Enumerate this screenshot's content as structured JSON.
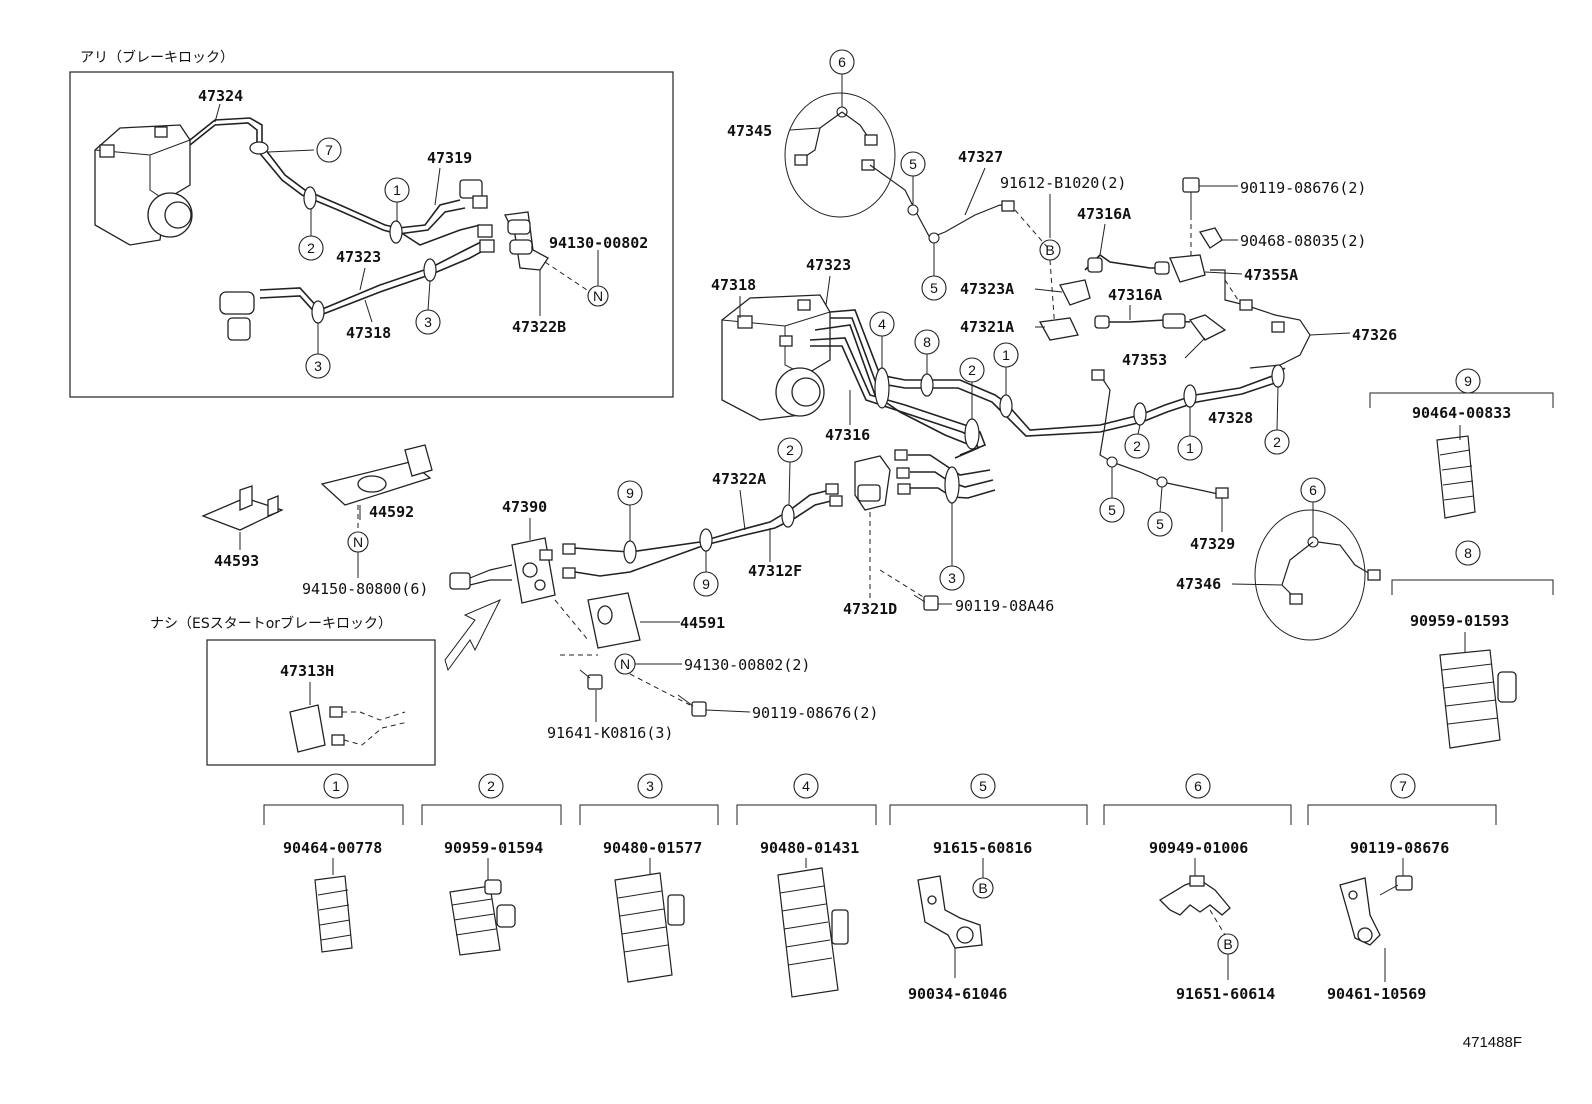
{
  "diagram_id": "471488F",
  "captions": {
    "top_left_box": "アリ（ブレーキロック）",
    "lower_left_box": "ナシ（ESスタートorブレーキロック）"
  },
  "part_numbers": {
    "p47324": "47324",
    "p47319": "47319",
    "p47323_box": "47323",
    "p47318_box": "47318",
    "p94130_box": "94130-00802",
    "p47322B": "47322B",
    "p47345": "47345",
    "p47327": "47327",
    "p91612": "91612-B1020(2)",
    "p90119_top": "90119-08676(2)",
    "p47316A_1": "47316A",
    "p90468": "90468-08035(2)",
    "p47355A": "47355A",
    "p47323A": "47323A",
    "p47316A_2": "47316A",
    "p47321A": "47321A",
    "p47353": "47353",
    "p47326": "47326",
    "p47318": "47318",
    "p47323": "47323",
    "p47316": "47316",
    "p47328": "47328",
    "p47329": "47329",
    "p47346": "47346",
    "p44592": "44592",
    "p44593": "44593",
    "p94150": "94150-80800(6)",
    "p47390": "47390",
    "p47322A": "47322A",
    "p47312F": "47312F",
    "p47321D": "47321D",
    "p90119_08A46": "90119-08A46",
    "p44591": "44591",
    "p94130_2": "94130-00802(2)",
    "p90119_mid": "90119-08676(2)",
    "p91641": "91641-K0816(3)",
    "p47313H": "47313H",
    "g9_part": "90464-00833",
    "g8_part": "90959-01593"
  },
  "legend_groups": [
    {
      "num": "1",
      "parts": [
        "90464-00778"
      ]
    },
    {
      "num": "2",
      "parts": [
        "90959-01594"
      ]
    },
    {
      "num": "3",
      "parts": [
        "90480-01577"
      ]
    },
    {
      "num": "4",
      "parts": [
        "90480-01431"
      ]
    },
    {
      "num": "5",
      "parts": [
        "91615-60816",
        "90034-61046"
      ]
    },
    {
      "num": "6",
      "parts": [
        "90949-01006",
        "91651-60614"
      ]
    },
    {
      "num": "7",
      "parts": [
        "90119-08676",
        "90461-10569"
      ]
    }
  ],
  "callouts": {
    "c1": "1",
    "c2": "2",
    "c3": "3",
    "c4": "4",
    "c5": "5",
    "c6": "6",
    "c7": "7",
    "c8": "8",
    "c9": "9",
    "B": "B",
    "N": "N"
  }
}
